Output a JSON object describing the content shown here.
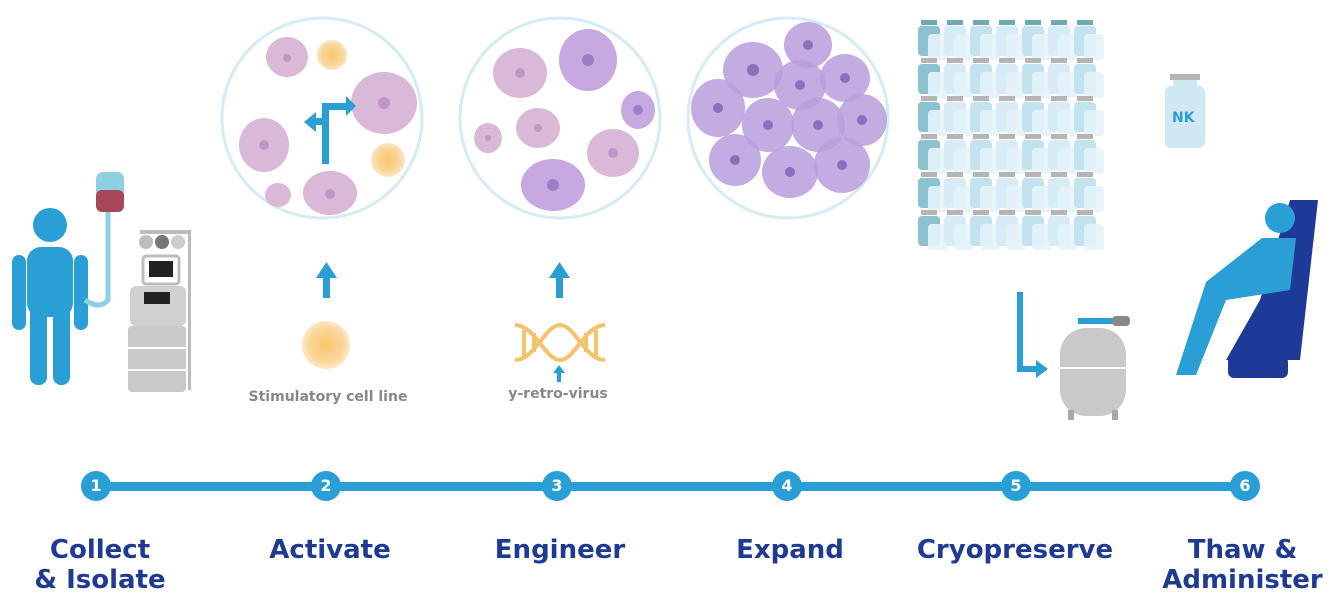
{
  "steps": [
    {
      "number": "1",
      "label": "Collect\n& Isolate"
    },
    {
      "number": "2",
      "label": "Activate"
    },
    {
      "number": "3",
      "label": "Engineer"
    },
    {
      "number": "4",
      "label": "Expand"
    },
    {
      "number": "5",
      "label": "Cryopreserve"
    },
    {
      "number": "6",
      "label": "Thaw &\nAdminister"
    }
  ],
  "captions": {
    "stimulatory": "Stimulatory cell line",
    "virus": "y-retro-virus"
  },
  "vial_label": "NK",
  "colors": {
    "accent_blue": "#2a9fd6",
    "label_navy": "#1f3a93",
    "cell_pink": "#d9b8d8",
    "cell_purple": "#b89ddc",
    "stim_yellow": "#f8c76a",
    "vial_light": "#cfe8f4",
    "machine_gray": "#c9c9c9"
  },
  "icons": [
    "patient-icon",
    "blood-bag-icon",
    "apheresis-machine-icon",
    "cell-culture-icon",
    "dna-icon",
    "vial-icon",
    "cryo-tank-icon",
    "patient-chair-icon"
  ]
}
